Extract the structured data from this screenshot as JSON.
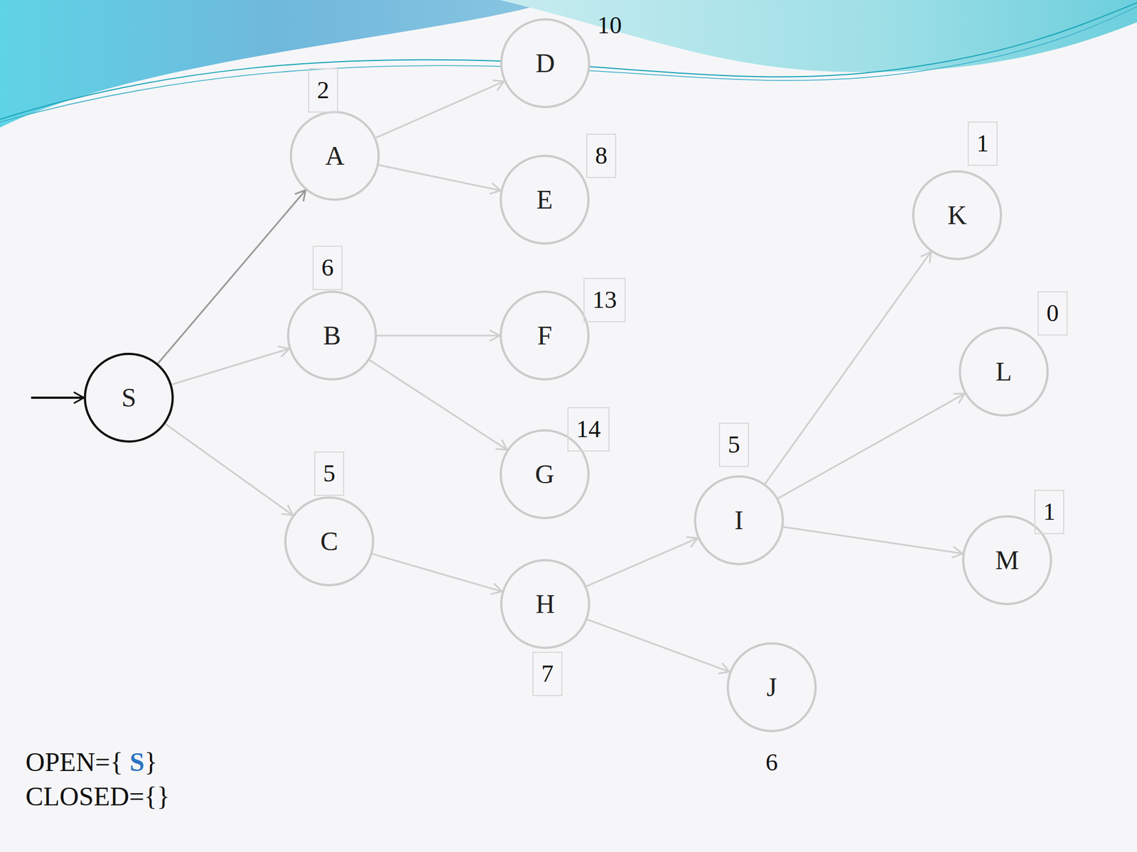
{
  "diagram": {
    "nodes": [
      {
        "text": [
          "S"
        ]
      },
      {
        "text": [
          "A",
          "2"
        ]
      },
      {
        "text": [
          "B",
          "6"
        ]
      },
      {
        "text": [
          "C",
          "5"
        ]
      },
      {
        "text": [
          "D",
          "10"
        ]
      },
      {
        "text": [
          "E",
          "8"
        ]
      },
      {
        "text": [
          "F",
          "13"
        ]
      },
      {
        "text": [
          "G",
          "14"
        ]
      },
      {
        "text": [
          "H",
          "7"
        ]
      },
      {
        "text": [
          "I",
          "5"
        ]
      },
      {
        "text": [
          "J",
          "6"
        ]
      },
      {
        "text": [
          "K",
          "1"
        ]
      },
      {
        "text": [
          "L",
          "0"
        ]
      },
      {
        "text": [
          "M",
          "1"
        ]
      }
    ],
    "edges": [
      {
        "from": 0,
        "to": 1,
        "arrow": "to"
      },
      {
        "from": 0,
        "to": 2,
        "arrow": "to"
      },
      {
        "from": 0,
        "to": 3,
        "arrow": "to"
      },
      {
        "from": 1,
        "to": 4,
        "arrow": "to"
      },
      {
        "from": 1,
        "to": 5,
        "arrow": "to"
      },
      {
        "from": 2,
        "to": 6,
        "arrow": "to"
      },
      {
        "from": 2,
        "to": 7,
        "arrow": "to"
      },
      {
        "from": 3,
        "to": 8,
        "arrow": "to"
      },
      {
        "from": 8,
        "to": 9,
        "arrow": "to"
      },
      {
        "from": 8,
        "to": 10,
        "arrow": "to"
      },
      {
        "from": 9,
        "to": 11,
        "arrow": "to"
      },
      {
        "from": 9,
        "to": 12,
        "arrow": "to"
      },
      {
        "from": 9,
        "to": 13,
        "arrow": "to"
      }
    ],
    "labels": [
      "OPEN={",
      "S",
      "}",
      "CLOSED={}"
    ]
  }
}
